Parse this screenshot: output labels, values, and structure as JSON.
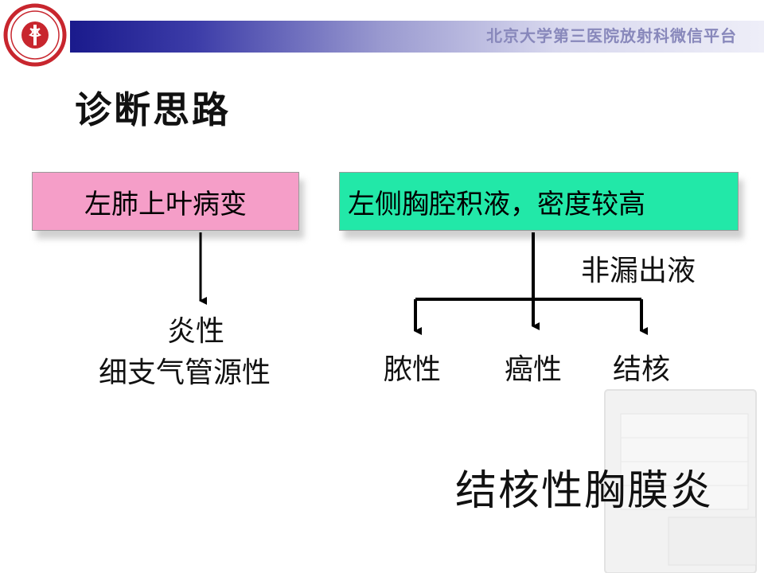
{
  "header": {
    "title": "北京大学第三医院放射科微信平台"
  },
  "logo": {
    "icon": "hospital-logo-icon",
    "colors": {
      "ring": "#c8262e",
      "inner": "#ffffff"
    }
  },
  "page_title": "诊断思路",
  "boxes": {
    "left": {
      "label": "左肺上叶病变",
      "color": "#f59ec8"
    },
    "right": {
      "label": "左侧胸腔积液，密度较高",
      "color": "#22e8a8"
    }
  },
  "labels": {
    "non_exudate": "非漏出液",
    "inflammatory": "炎性",
    "bronchogenic": "细支气管源性",
    "purulent": "脓性",
    "cancerous": "癌性",
    "tuberculosis": "结核",
    "conclusion": "结核性胸膜炎"
  }
}
